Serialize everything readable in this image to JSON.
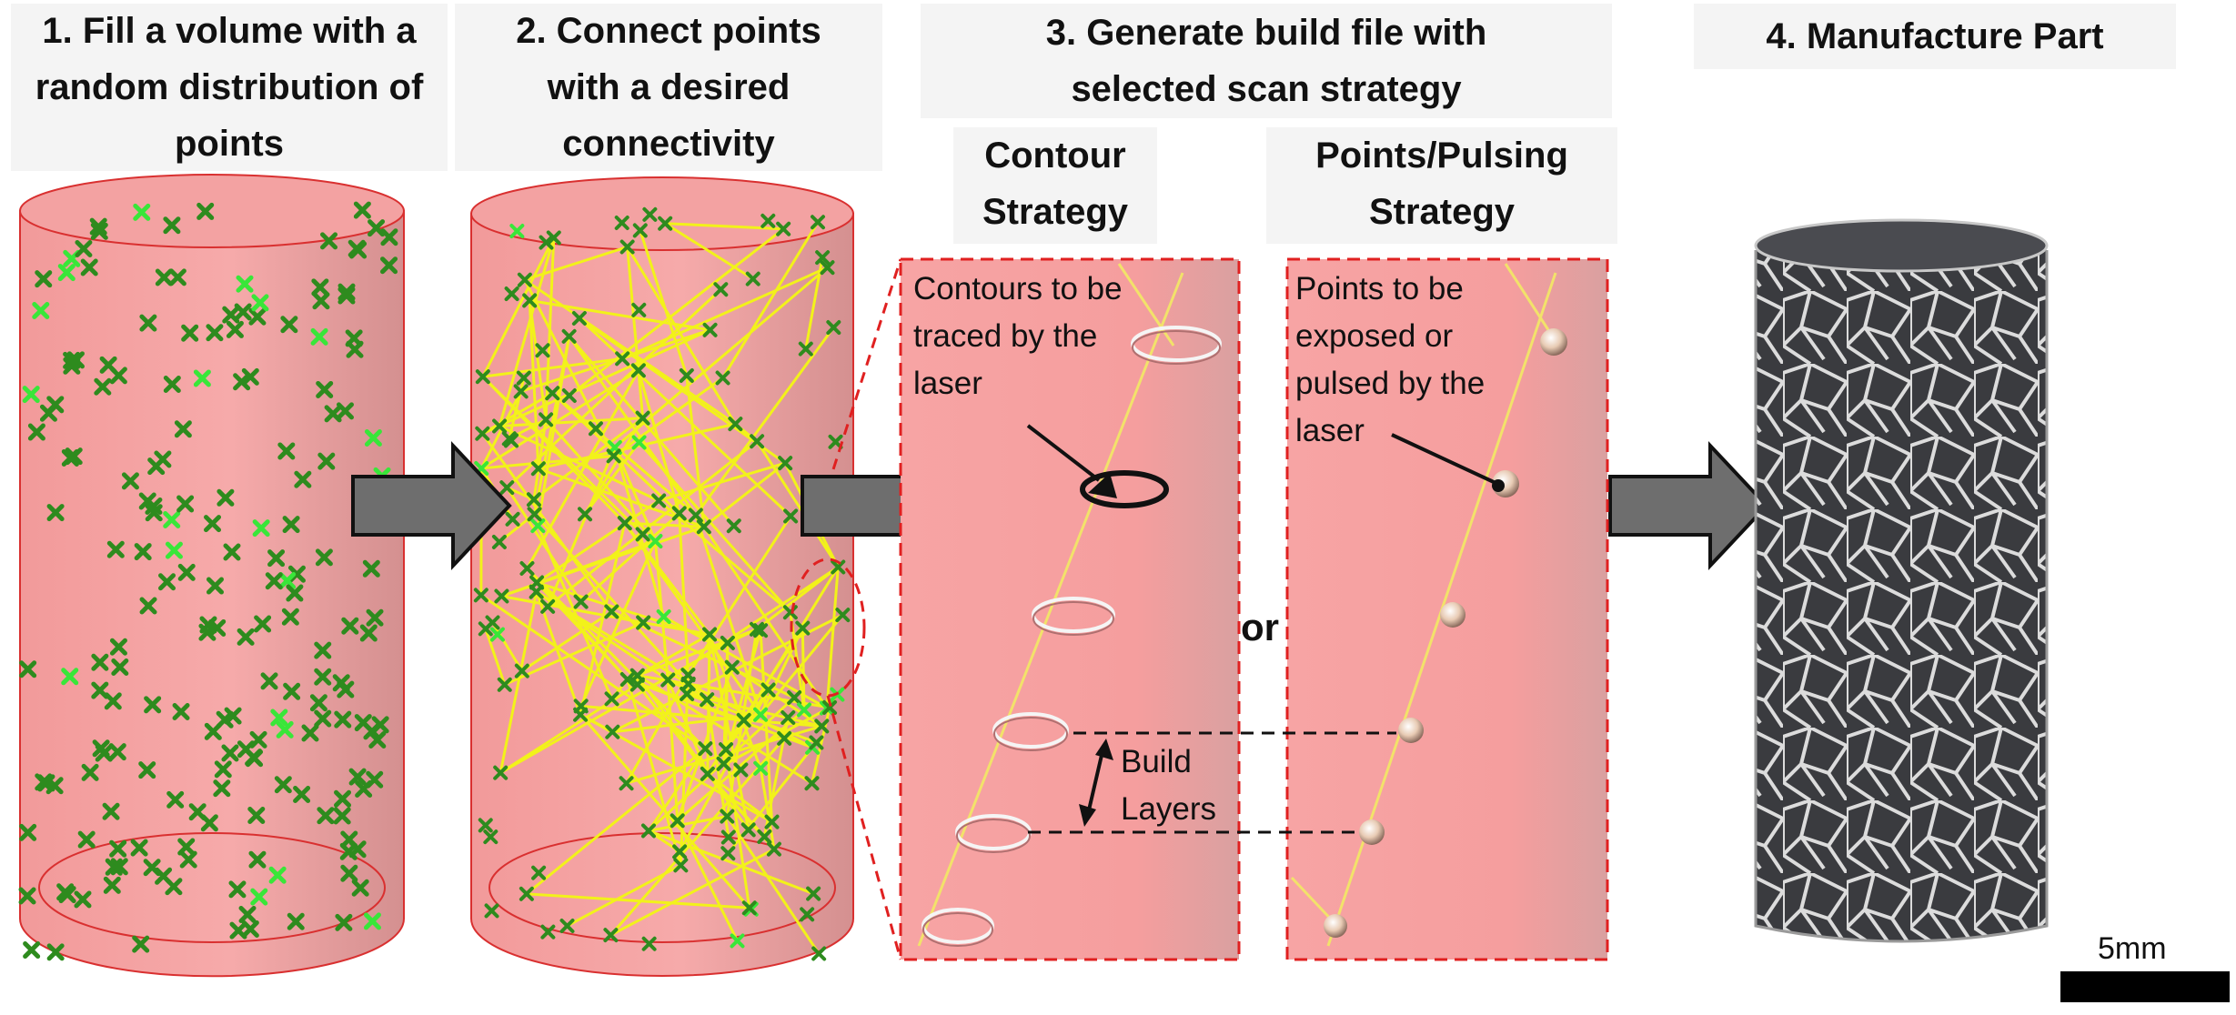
{
  "steps": {
    "step1": "1. Fill a volume with a random distribution of points",
    "step2": "2. Connect points with a desired connectivity",
    "step3": "3. Generate build file with selected scan strategy",
    "step4": "4. Manufacture Part"
  },
  "strategies": {
    "contour_title": "Contour Strategy",
    "points_title": "Points/Pulsing Strategy",
    "contour_note": "Contours to be traced by the laser",
    "points_note": "Points to be exposed or pulsed by the laser",
    "or_label": "or",
    "build_layers": "Build Layers"
  },
  "scale_bar": {
    "label": "5mm"
  },
  "colors": {
    "volume_fill": "#f4a6a6",
    "volume_edge": "#d93030",
    "points": "#2e8b1e",
    "points_bright": "#39e639",
    "struts": "#f2f21a",
    "arrow": "#6e6e6e",
    "dashed_box": "#e02020",
    "lattice_dark": "#3a3b3f",
    "lattice_light": "#d9d9d9"
  }
}
